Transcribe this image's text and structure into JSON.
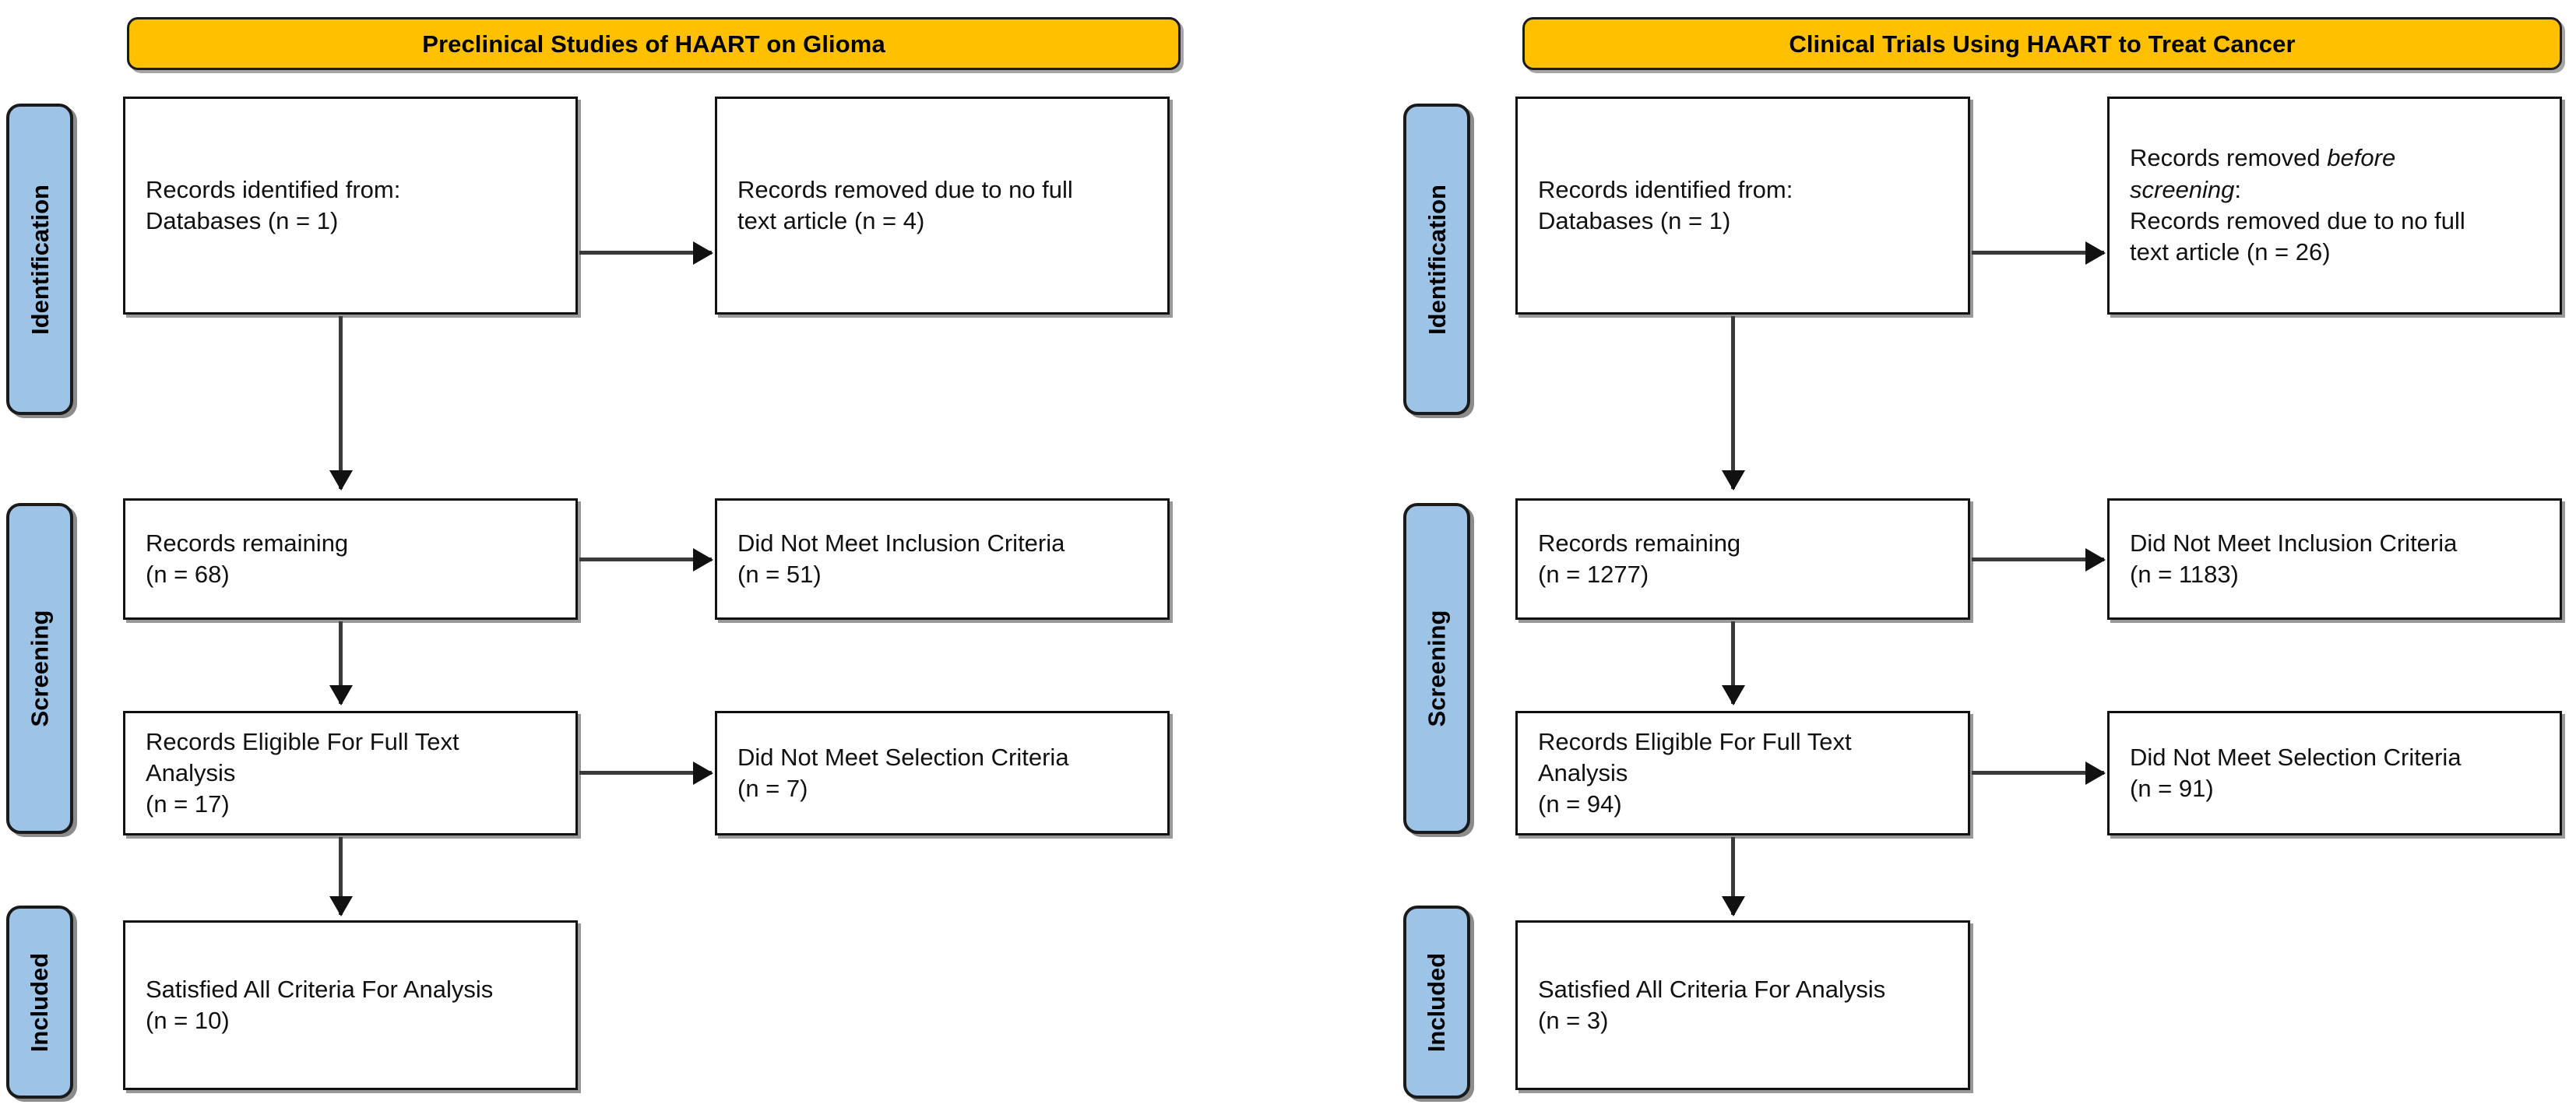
{
  "diagram": {
    "type": "prisma-flow-diagram",
    "panels": [
      {
        "id": "preclinical",
        "title": "Preclinical Studies of HAART on Glioma",
        "title_color": "#FFC000",
        "stages": [
          {
            "id": "identification",
            "label": "Identification"
          },
          {
            "id": "screening",
            "label": "Screening"
          },
          {
            "id": "included",
            "label": "Included"
          }
        ],
        "boxes": {
          "identified": {
            "line1": "Records identified from:",
            "line2": "Databases (n = 1)",
            "n": 1
          },
          "removed": {
            "line1": "Records removed due to no full",
            "line2": "text article (n = 4)",
            "n": 4
          },
          "remaining": {
            "line1": "Records remaining",
            "line2": "(n = 68)",
            "n": 68
          },
          "not_inclusion": {
            "line1": "Did Not Meet Inclusion Criteria",
            "line2": "(n = 51)",
            "n": 51
          },
          "eligible": {
            "line1": "Records Eligible For Full Text",
            "line2": "Analysis",
            "line3": "(n = 17)",
            "n": 17
          },
          "not_selection": {
            "line1": "Did Not Meet Selection Criteria",
            "line2": "(n = 7)",
            "n": 7
          },
          "satisfied": {
            "line1": "Satisfied All Criteria For Analysis",
            "line2": "(n = 10)",
            "n": 10
          }
        }
      },
      {
        "id": "clinical",
        "title": "Clinical Trials Using HAART to Treat Cancer",
        "title_color": "#FFC000",
        "stages": [
          {
            "id": "identification",
            "label": "Identification"
          },
          {
            "id": "screening",
            "label": "Screening"
          },
          {
            "id": "included",
            "label": "Included"
          }
        ],
        "boxes": {
          "identified": {
            "line1": "Records identified from:",
            "line2": "Databases (n = 1)",
            "n": 1
          },
          "removed": {
            "pre1": "Records removed ",
            "italic1": "before",
            "italic2": "screening",
            "colon": ":",
            "line3": "Records removed due to no full",
            "line4": "text article (n = 26)",
            "n": 26
          },
          "remaining": {
            "line1": "Records remaining",
            "line2": "(n = 1277)",
            "n": 1277
          },
          "not_inclusion": {
            "line1": "Did Not Meet Inclusion Criteria",
            "line2": "(n = 1183)",
            "n": 1183
          },
          "eligible": {
            "line1": "Records Eligible For Full Text",
            "line2": "Analysis",
            "line3": "(n = 94)",
            "n": 94
          },
          "not_selection": {
            "line1": "Did Not Meet Selection Criteria",
            "line2": "(n = 91)",
            "n": 91
          },
          "satisfied": {
            "line1": "Satisfied All Criteria For Analysis",
            "line2": "(n = 3)",
            "n": 3
          }
        }
      }
    ],
    "colors": {
      "banner": "#FFC000",
      "stage_pill": "#9DC3E6",
      "box_border": "#111111",
      "connector": "#3a3a3a",
      "background": "#FFFFFF"
    }
  }
}
